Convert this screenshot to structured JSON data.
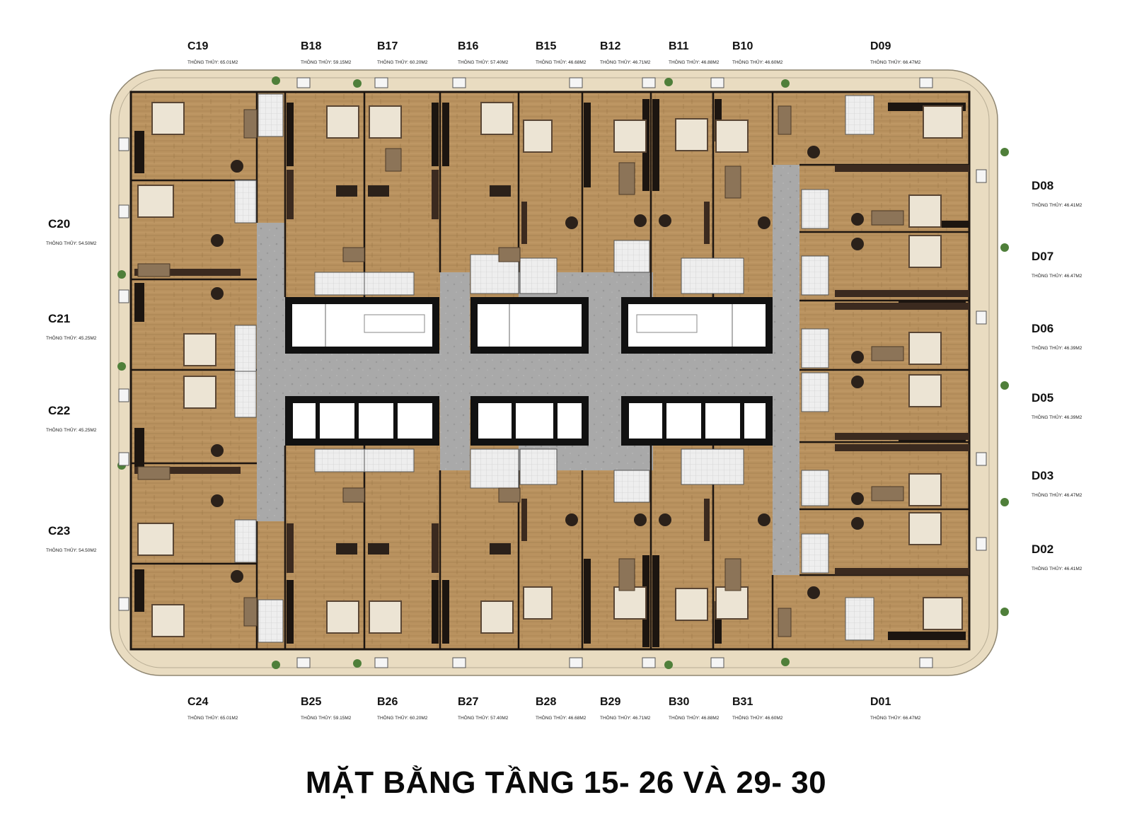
{
  "title": "MẶT BẰNG TẦNG 15- 26 VÀ 29- 30",
  "colors": {
    "wood": "#b9925f",
    "corridor": "#a9a9a9",
    "terrace": "#e9dcc1",
    "wall": "#1c1510",
    "furniture_dark": "#3b2a1f",
    "furniture_light": "#ece4d4"
  },
  "units_top": [
    {
      "code": "C19",
      "area": "THÔNG THỦY: 65.01M2"
    },
    {
      "code": "B18",
      "area": "THÔNG THỦY: 59.15M2"
    },
    {
      "code": "B17",
      "area": "THÔNG THỦY: 60.20M2"
    },
    {
      "code": "B16",
      "area": "THÔNG THỦY: 57.40M2"
    },
    {
      "code": "B15",
      "area": "THÔNG THỦY: 46.68M2"
    },
    {
      "code": "B12",
      "area": "THÔNG THỦY: 46.71M2"
    },
    {
      "code": "B11",
      "area": "THÔNG THỦY: 46.88M2"
    },
    {
      "code": "B10",
      "area": "THÔNG THỦY: 46.60M2"
    },
    {
      "code": "D09",
      "area": "THÔNG THỦY: 66.47M2"
    }
  ],
  "units_bottom": [
    {
      "code": "C24",
      "area": "THÔNG THỦY: 65.01M2"
    },
    {
      "code": "B25",
      "area": "THÔNG THỦY: 59.15M2"
    },
    {
      "code": "B26",
      "area": "THÔNG THỦY: 60.20M2"
    },
    {
      "code": "B27",
      "area": "THÔNG THỦY: 57.40M2"
    },
    {
      "code": "B28",
      "area": "THÔNG THỦY: 46.68M2"
    },
    {
      "code": "B29",
      "area": "THÔNG THỦY: 46.71M2"
    },
    {
      "code": "B30",
      "area": "THÔNG THỦY: 46.88M2"
    },
    {
      "code": "B31",
      "area": "THÔNG THỦY: 46.60M2"
    },
    {
      "code": "D01",
      "area": "THÔNG THỦY: 66.47M2"
    }
  ],
  "units_left": [
    {
      "code": "C20",
      "area": "THÔNG THỦY: 54.50M2"
    },
    {
      "code": "C21",
      "area": "THÔNG THỦY: 45.25M2"
    },
    {
      "code": "C22",
      "area": "THÔNG THỦY: 45.25M2"
    },
    {
      "code": "C23",
      "area": "THÔNG THỦY: 54.50M2"
    }
  ],
  "units_right": [
    {
      "code": "D08",
      "area": "THÔNG THỦY: 46.41M2"
    },
    {
      "code": "D07",
      "area": "THÔNG THỦY: 46.47M2"
    },
    {
      "code": "D06",
      "area": "THÔNG THỦY: 46.39M2"
    },
    {
      "code": "D05",
      "area": "THÔNG THỦY: 46.39M2"
    },
    {
      "code": "D03",
      "area": "THÔNG THỦY: 46.47M2"
    },
    {
      "code": "D02",
      "area": "THÔNG THỦY: 46.41M2"
    }
  ]
}
